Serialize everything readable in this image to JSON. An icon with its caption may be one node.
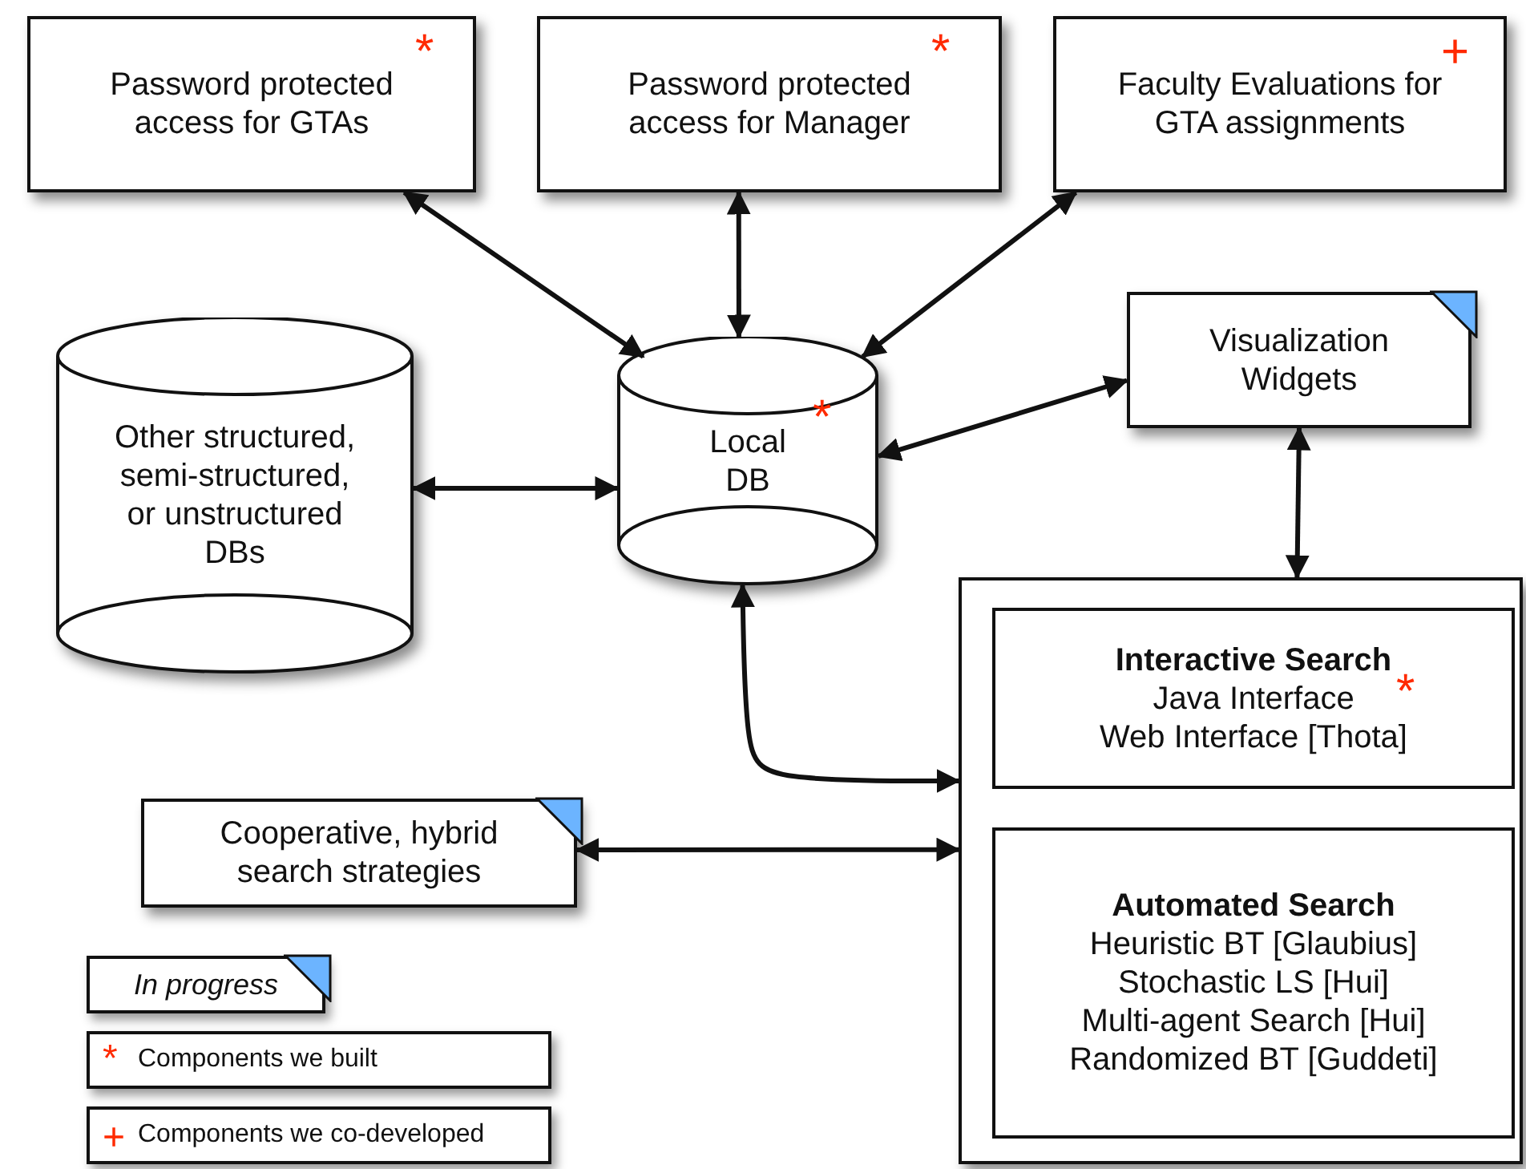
{
  "diagram": {
    "nodes": [
      {
        "text": [
          "Password protected access for GTAs",
          "*"
        ]
      },
      {
        "text": [
          "Password protected access for Manager",
          "*"
        ]
      },
      {
        "text": [
          "Faculty Evaluations for GTA assignments",
          "+"
        ]
      },
      {
        "text": [
          "Other structured, semi-structured, or unstructured DBs"
        ]
      },
      {
        "text": [
          "Local DB",
          "*"
        ]
      },
      {
        "text": [
          "Visualization Widgets"
        ]
      },
      {
        "text": [],
        "shape": "box"
      },
      {
        "text": [
          "Interactive Search",
          "Java Interface",
          "*",
          "Web Interface [Thota]"
        ],
        "in": 6
      },
      {
        "text": [
          "Automated Search",
          "Heuristic BT [Glaubius]",
          "Stochastic LS [Hui]",
          "Multi-agent Search [Hui]",
          "Randomized BT [Guddeti]"
        ],
        "in": 6
      },
      {
        "text": [
          "Cooperative, hybrid search strategies"
        ]
      }
    ],
    "edges": [
      {
        "from": 0,
        "to": 4,
        "arrow": "both"
      },
      {
        "from": 1,
        "to": 4,
        "arrow": "both"
      },
      {
        "from": 2,
        "to": 4,
        "arrow": "both"
      },
      {
        "from": 3,
        "to": 4,
        "arrow": "both"
      },
      {
        "from": 4,
        "to": 5,
        "arrow": "both"
      },
      {
        "from": 5,
        "to": 6,
        "arrow": "both"
      },
      {
        "from": 4,
        "to": 6,
        "arrow": "both"
      },
      {
        "from": 9,
        "to": 6,
        "arrow": "both"
      }
    ],
    "labels": [
      "*",
      "+"
    ],
    "legend": [
      {
        "text": "In progress"
      },
      {
        "text": "Components we built"
      },
      {
        "text": "Components we co-developed"
      }
    ]
  }
}
